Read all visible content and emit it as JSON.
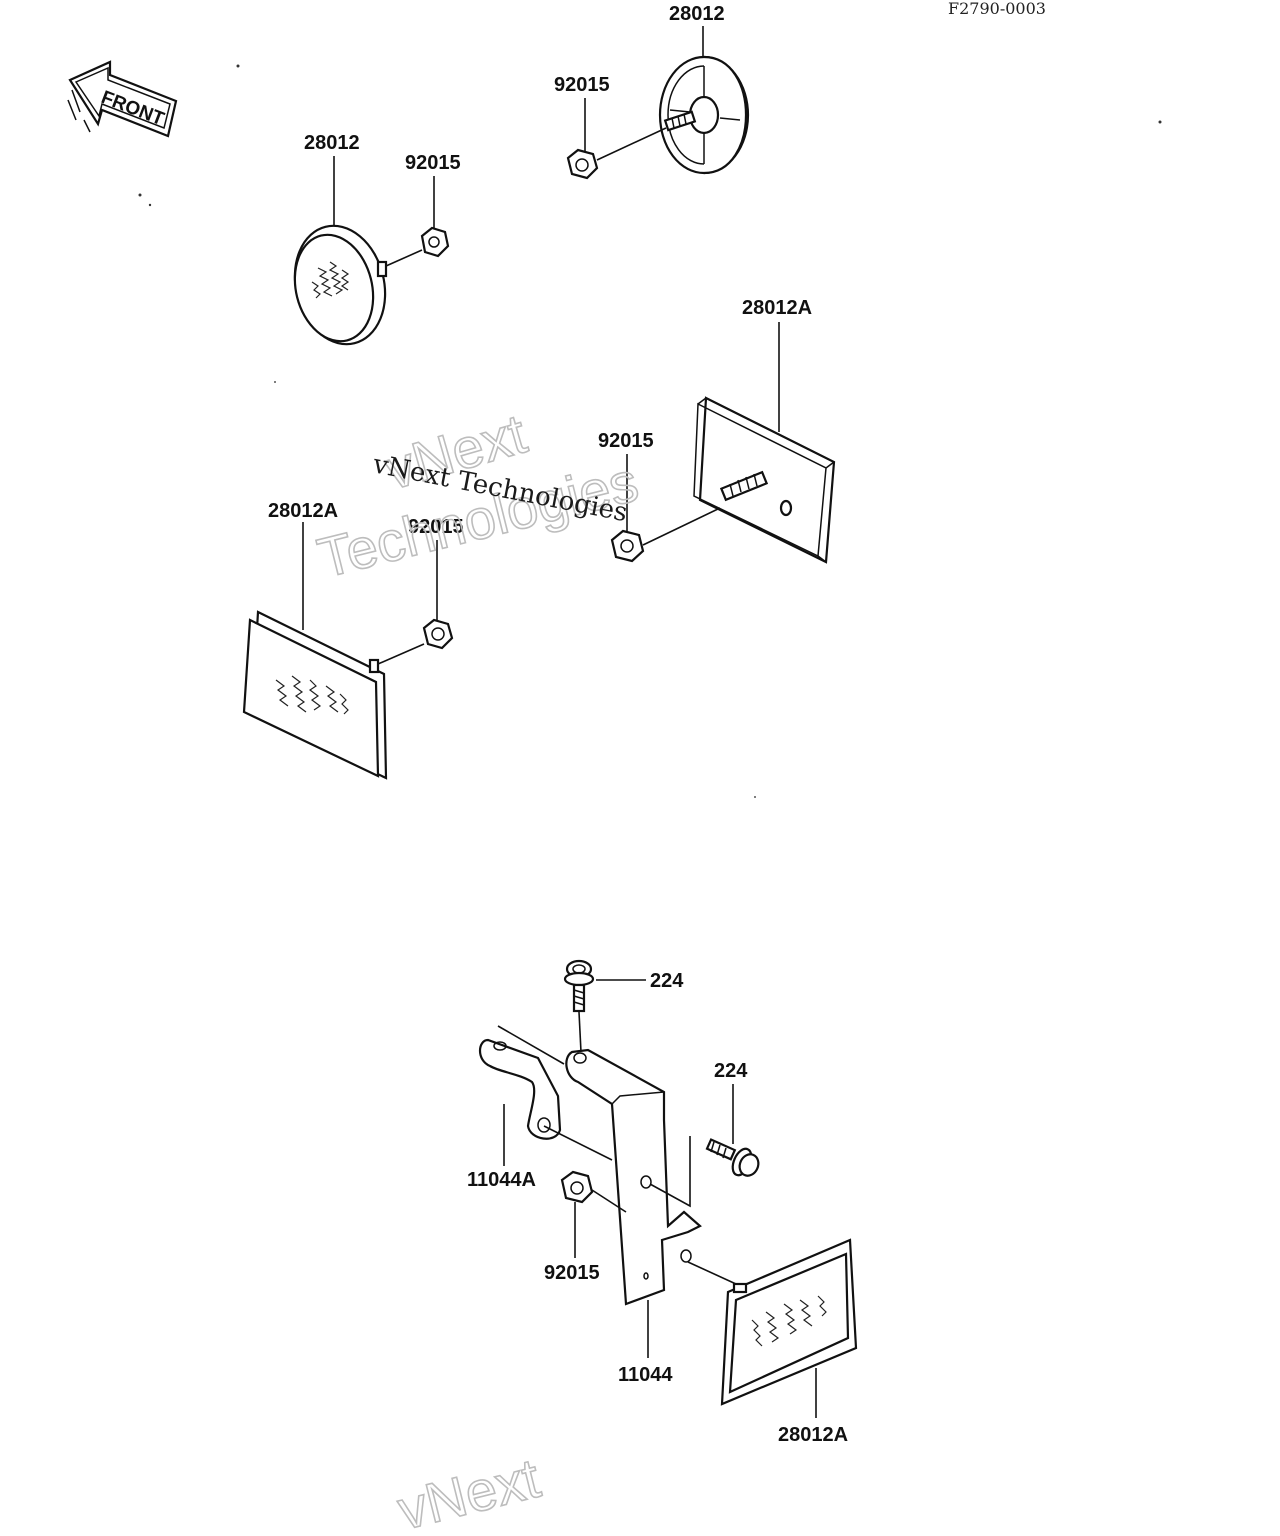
{
  "figure_code": "F2790-0003",
  "front_label": "FRONT",
  "watermark": {
    "brand_outline_1": "vNext",
    "brand_outline_2": "Technologies",
    "brand_serif": "vNext Technologies",
    "brand_outline_bottom": "vNext"
  },
  "callouts": {
    "top_reflector_rear": "28012",
    "top_nut_rear": "92015",
    "top_reflector_front": "28012",
    "top_nut_front": "92015",
    "rect_reflector_right": "28012A",
    "rect_nut_right": "92015",
    "rect_reflector_left": "28012A",
    "rect_nut_left": "92015",
    "bolt_top": "224",
    "bolt_right": "224",
    "clamp": "11044A",
    "nut_bracket": "92015",
    "bracket": "11044",
    "rect_reflector_bracket": "28012A"
  }
}
